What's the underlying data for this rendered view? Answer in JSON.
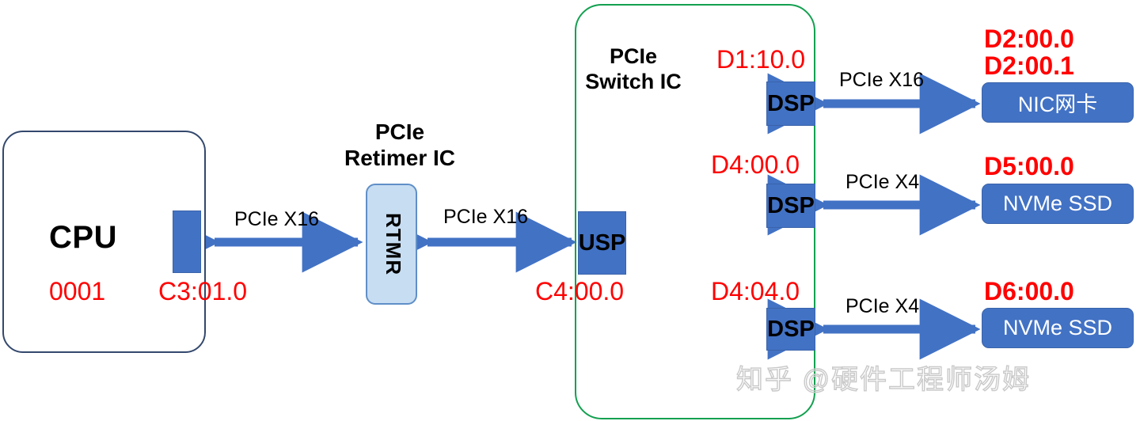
{
  "diagram": {
    "title_hidden": "PCIe topology with retimer and switch",
    "cpu": {
      "label": "CPU",
      "id": "0001",
      "port_id": "C3:01.0",
      "port_name": "cpu-root-port"
    },
    "retimer": {
      "title": "PCIe\nRetimer IC",
      "title_line1": "PCIe",
      "title_line2": "Retimer IC",
      "chip_label": "RTMR"
    },
    "switch": {
      "title_line1": "PCIe",
      "title_line2": "Switch IC",
      "upstream_port": {
        "label": "USP",
        "id": "C4:00.0"
      },
      "downstream_ports": [
        {
          "label": "DSP",
          "id": "D1:10.0"
        },
        {
          "label": "DSP",
          "id": "D4:00.0"
        },
        {
          "label": "DSP",
          "id": "D4:04.0"
        }
      ]
    },
    "devices": [
      {
        "label": "NIC网卡",
        "id_line1": "D2:00.0",
        "id_line2": "D2:00.1"
      },
      {
        "label": "NVMe SSD",
        "id_line1": "D5:00.0",
        "id_line2": ""
      },
      {
        "label": "NVMe SSD",
        "id_line1": "D6:00.0",
        "id_line2": ""
      }
    ],
    "links": [
      {
        "label": "PCIe X16",
        "from": "cpu-root-port",
        "to": "RTMR"
      },
      {
        "label": "PCIe X16",
        "from": "RTMR",
        "to": "USP"
      },
      {
        "label": "PCIe X16",
        "from": "DSP D1:10.0",
        "to": "NIC网卡"
      },
      {
        "label": "PCIe X4",
        "from": "DSP D4:00.0",
        "to": "NVMe SSD"
      },
      {
        "label": "PCIe X4",
        "from": "DSP D4:04.0",
        "to": "NVMe SSD"
      }
    ],
    "watermark": "知乎 @硬件工程师汤姆",
    "colors": {
      "port_blue": "#4272C4",
      "device_blue": "#4272C4",
      "retimer_fill": "#C7DDF2",
      "retimer_border": "#5F8FC7",
      "cpu_border": "#33486D",
      "switch_border": "#13A050",
      "bdf_red": "#FF0000",
      "arrow_blue": "#4272C4",
      "text_black": "#000000",
      "device_text": "#FFFFFF",
      "watermark_gray": "#C9C9C9"
    }
  }
}
